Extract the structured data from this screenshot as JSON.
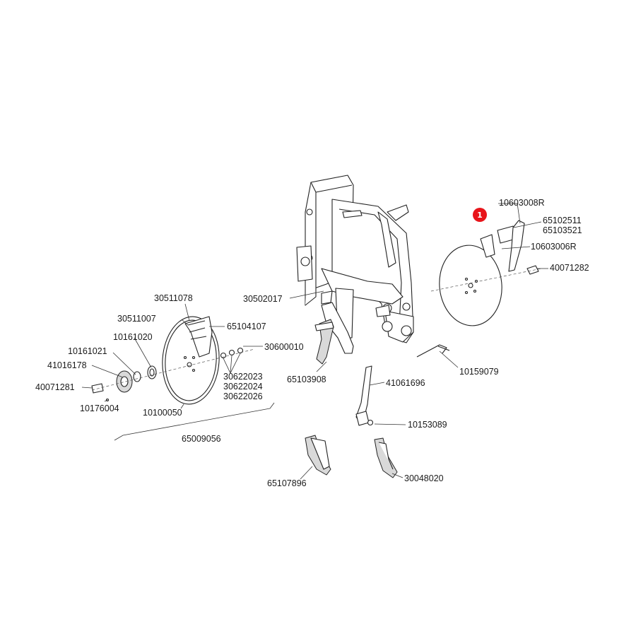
{
  "badge": {
    "number": "1",
    "color": "#e8141a"
  },
  "parts": {
    "p10603008R": "10603008R",
    "p65102511": "65102511",
    "p65103521": "65103521",
    "p10603006R": "10603006R",
    "p40071282": "40071282",
    "p30502017": "30502017",
    "p30511078": "30511078",
    "p30511007": "30511007",
    "p65104107": "65104107",
    "p10161020": "10161020",
    "p10161021": "10161021",
    "p30600010": "30600010",
    "p41016178": "41016178",
    "p30622023": "30622023",
    "p30622024": "30622024",
    "p30622026": "30622026",
    "p40071281": "40071281",
    "p10176004": "10176004",
    "p10100050": "10100050",
    "p65103908": "65103908",
    "p41061696": "41061696",
    "p10159079": "10159079",
    "p10153089": "10153089",
    "p65009056": "65009056",
    "p65107896": "65107896",
    "p30048020": "30048020"
  }
}
